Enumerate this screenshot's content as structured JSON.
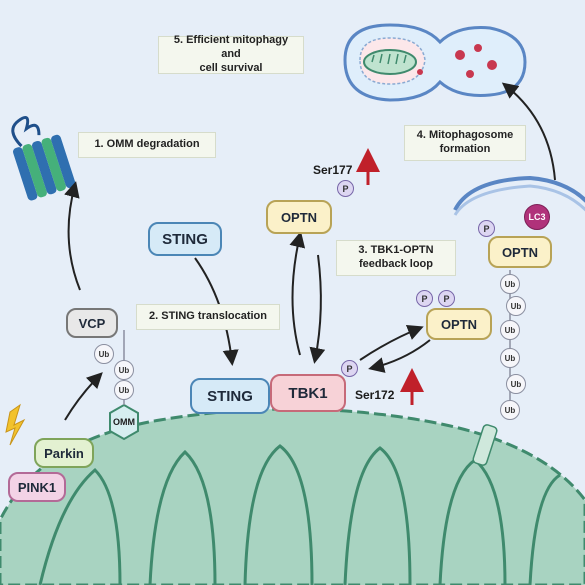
{
  "steps": {
    "s1": "1. OMM degradation",
    "s2": "2. STING translocation",
    "s3_line1": "3. TBK1-OPTN",
    "s3_line2": "feedback loop",
    "s4_line1": "4. Mitophagosome",
    "s4_line2": "formation",
    "s5_line1": "5. Efficient mitophagy and",
    "s5_line2": "cell survival"
  },
  "proteins": {
    "sting_cytosol": "STING",
    "sting_membrane": "STING",
    "tbk1": "TBK1",
    "optn_top": "OPTN",
    "optn_right": "OPTN",
    "optn_phagophore": "OPTN",
    "vcp": "VCP",
    "parkin": "Parkin",
    "pink1": "PINK1",
    "lc3": "LC3",
    "omm": "OMM"
  },
  "modifications": {
    "ub": "Ub",
    "p": "P",
    "ser177": "Ser177",
    "ser172": "Ser172"
  },
  "colors": {
    "mito_fill": "#a8d3c1",
    "mito_stroke": "#3f8a6d",
    "up_arrow": "#c0202a"
  }
}
